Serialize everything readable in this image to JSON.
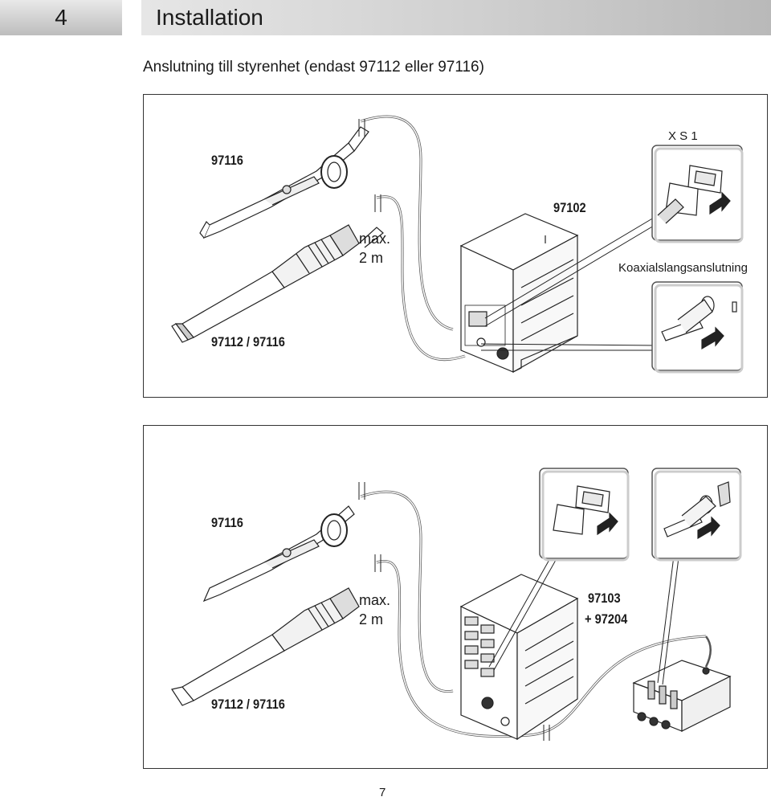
{
  "header": {
    "chapter_number": "4",
    "chapter_title": "Installation"
  },
  "subtitle": "Anslutning till styrenhet (endast 97112 eller 97116)",
  "figure1": {
    "label_tool_top": "97116",
    "label_tool_bottom": "97112 / 97116",
    "cable_length_line1": "max.",
    "cable_length_line2": "2 m",
    "controller_label": "97102",
    "connector_label": "X S 1",
    "coax_label": "Koaxialslangsanslutning"
  },
  "figure2": {
    "label_tool_top": "97116",
    "label_tool_bottom": "97112 / 97116",
    "cable_length_line1": "max.",
    "cable_length_line2": "2 m",
    "controller_label_line1": "97103",
    "controller_label_line2": "+ 97204"
  },
  "footer": {
    "page_number": "7"
  }
}
